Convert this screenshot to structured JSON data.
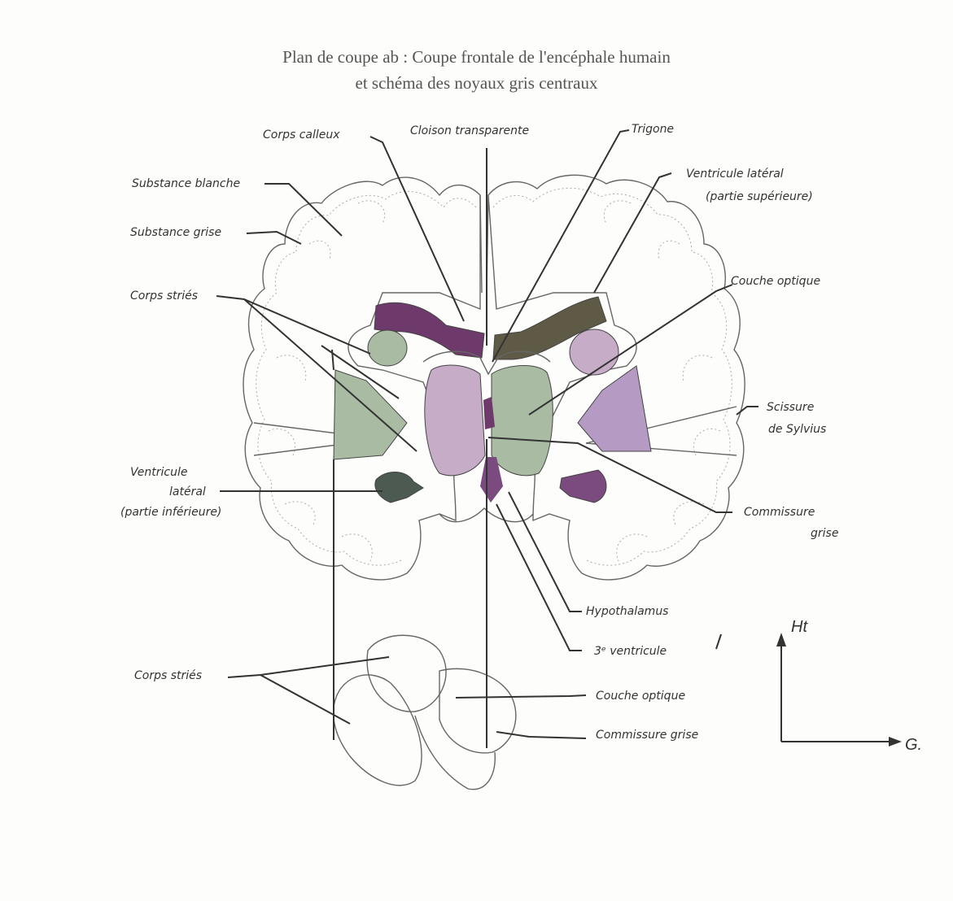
{
  "title": {
    "line1": "Plan de coupe ab : Coupe frontale de l'encéphale humain",
    "line2": "et schéma des noyaux gris centraux"
  },
  "labels": {
    "corps_calleux": "Corps calleux",
    "cloison_transparente": "Cloison transparente",
    "trigone": "Trigone",
    "ventricule_lateral_sup_1": "Ventricule latéral",
    "ventricule_lateral_sup_2": "(partie supérieure)",
    "substance_blanche": "Substance blanche",
    "substance_grise": "Substance grise",
    "corps_stries_top": "Corps striés",
    "couche_optique_top": "Couche optique",
    "scissure_1": "Scissure",
    "scissure_2": "de Sylvius",
    "ventricule_lateral_inf_1": "Ventricule",
    "ventricule_lateral_inf_2": "latéral",
    "ventricule_lateral_inf_3": "(partie inférieure)",
    "commissure_grise_1": "Commissure",
    "commissure_grise_2": "grise",
    "hypothalamus": "Hypothalamus",
    "troisieme_ventricule": "3ᵉ ventricule",
    "corps_stries_bottom": "Corps striés",
    "couche_optique_bottom": "Couche optique",
    "commissure_grise_bottom": "Commissure grise"
  },
  "axes": {
    "up": "Ht",
    "right": "G."
  },
  "colors": {
    "purple_dark": "#6e3a6b",
    "olive_dark": "#5f5a45",
    "sage": "#a9bba3",
    "lavender": "#b59bc3",
    "pink_lavender": "#c7acc8",
    "gray_green": "#4c5a52",
    "purple_mid": "#7b4a7f"
  }
}
